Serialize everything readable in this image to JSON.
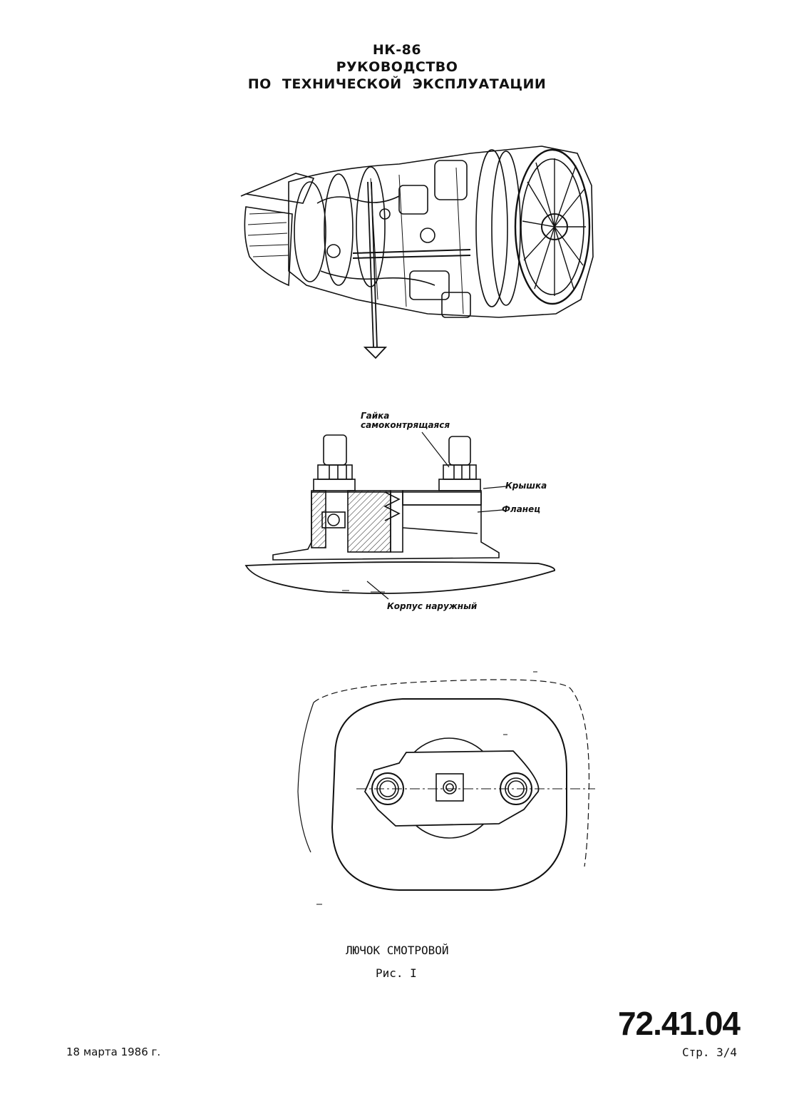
{
  "header": {
    "model": "НК-86",
    "line2": "РУКОВОДСТВО",
    "line3": "ПО ТЕХНИЧЕСКОЙ ЭКСПЛУАТАЦИИ"
  },
  "section_labels": {
    "nut": "Гайка самоконтрящаяся",
    "cover": "Крышка",
    "flange": "Фланец",
    "casing": "Корпус наружный"
  },
  "caption": {
    "title": "ЛЮЧОК СМОТРОВОЙ",
    "figure": "Рис. I"
  },
  "footer": {
    "doc_number": "72.41.04",
    "date": "18 марта 1986 г.",
    "page": "Стр. 3/4"
  }
}
